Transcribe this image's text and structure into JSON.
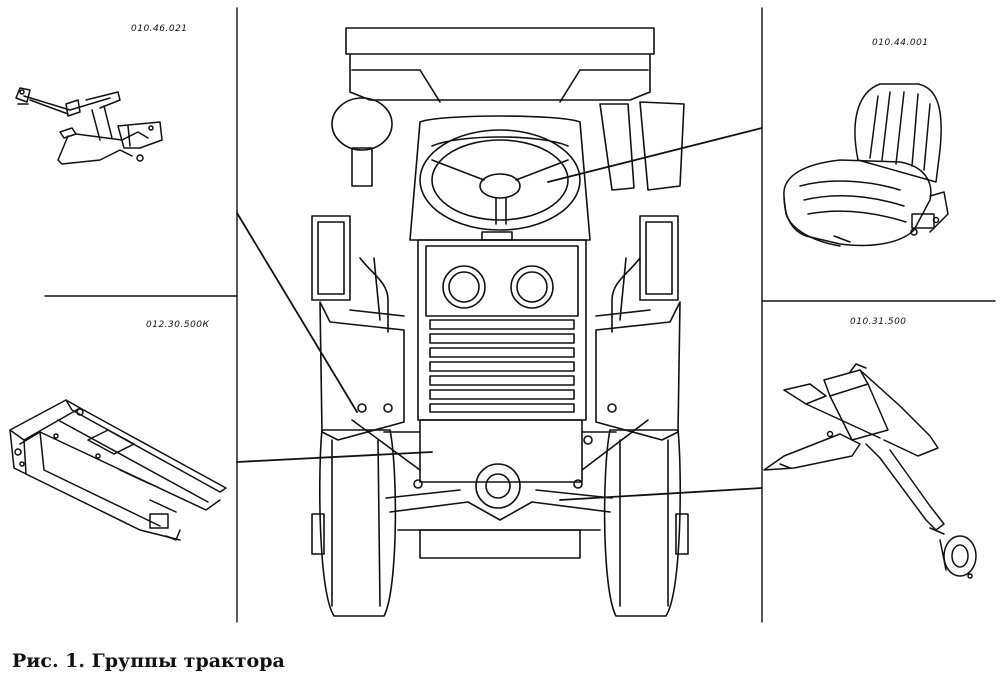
{
  "caption": "Рис. 1. Группы трактора",
  "parts": {
    "pedals": {
      "code": "010.46.021"
    },
    "seat": {
      "code": "010.44.001"
    },
    "frame": {
      "code": "012.30.500К"
    },
    "axle": {
      "code": "010.31.500"
    }
  }
}
